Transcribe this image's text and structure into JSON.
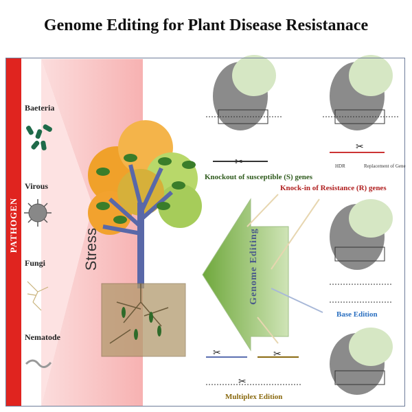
{
  "title": "Genome Editing for Plant Disease Resistanace",
  "pathogen_label": "PATHOGEN",
  "pathogens": [
    "Baeteria",
    "Virous",
    "Fungi",
    "Nematode"
  ],
  "stress_label": "Stress",
  "genome_editing_label": "Genome  Editing",
  "strategies": {
    "knockout": "Knockout of susceptible (S) genes",
    "knockin": "Knock-in of Resistance (R) genes",
    "base": "Base Edition",
    "multiplex": "Multiplex Edition"
  },
  "annotations": {
    "hdr": "HDR",
    "replacement": "Replacement of Gene"
  },
  "colors": {
    "pathogen_bar": "#e0241f",
    "stress_fan": "#f7b3b3",
    "knockout_text": "#2e5a1c",
    "knockin_text": "#b01f1f",
    "base_text": "#2a6fc0",
    "multiplex_text": "#8a6a10"
  }
}
